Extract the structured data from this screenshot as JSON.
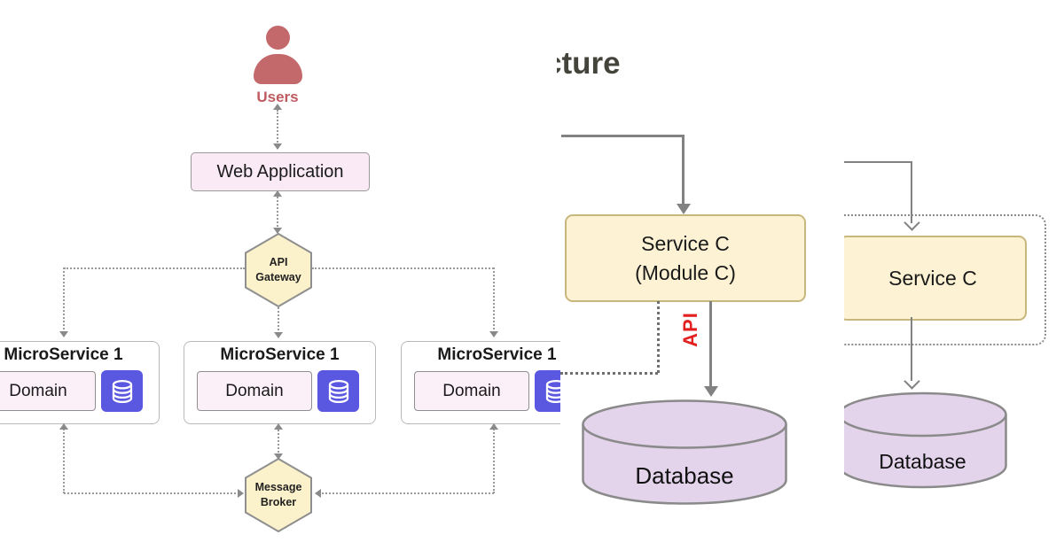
{
  "diagram_left": {
    "users_label": "Users",
    "web_app_label": "Web Application",
    "api_gateway": {
      "line1": "API",
      "line2": "Gateway"
    },
    "services": [
      {
        "title": "MicroService 1",
        "domain": "Domain"
      },
      {
        "title": "MicroService 1",
        "domain": "Domain"
      },
      {
        "title": "MicroService 1",
        "domain": "Domain"
      }
    ],
    "message_broker": {
      "line1": "Message",
      "line2": "Broker"
    }
  },
  "diagram_middle": {
    "title_fragment": "cture",
    "service": {
      "line1": "Service C",
      "line2": "(Module C)"
    },
    "api_label": "API",
    "database_label": "Database"
  },
  "diagram_right": {
    "service": {
      "line1": "Service C"
    },
    "database_label": "Database"
  },
  "colors": {
    "user_icon": "#c4696b",
    "users_text": "#bf5b60",
    "pink_node_fill": "#faeaf6",
    "hexagon_fill": "#fbf1ca",
    "service_fill": "#fdf3d4",
    "service_border": "#c8b77c",
    "database_fill": "#e3d4ec",
    "db_icon_fill": "#5a58e0",
    "api_text": "#e31f1f",
    "title_text": "#45443c",
    "arrow_gray": "#828282"
  }
}
